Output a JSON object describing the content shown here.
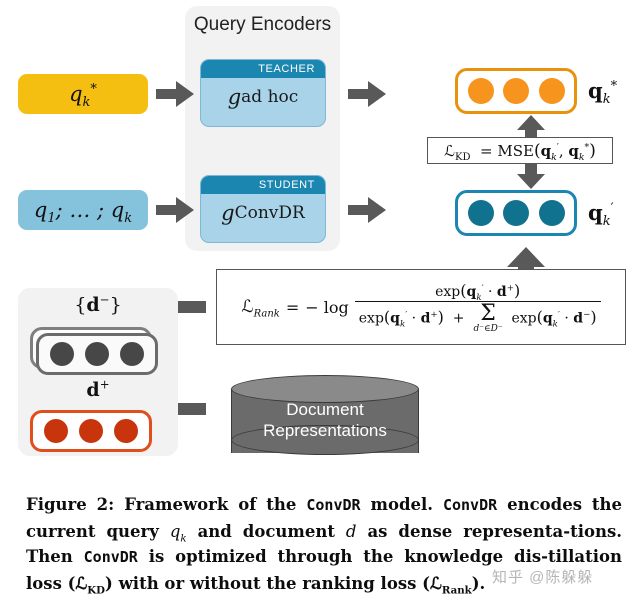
{
  "figure": {
    "panel_title": "Query Encoders",
    "inputs": [
      {
        "id": "teacher-query",
        "label_html": "q*k",
        "label": "qₖ*"
      },
      {
        "id": "student-query",
        "label_html": "q1;…;qk",
        "label": "q₁; … ; qₖ"
      }
    ],
    "encoders": [
      {
        "id": "teacher",
        "header": "TEACHER",
        "fn_symbol": "g",
        "fn_subscript": "ad hoc"
      },
      {
        "id": "student",
        "header": "STUDENT",
        "fn_symbol": "g",
        "fn_subscript": "ConvDR"
      }
    ],
    "vectors": [
      {
        "id": "teacher-embedding",
        "label": "qₖ*",
        "dots": 3,
        "color": "#f7941e",
        "border": "#e8920e"
      },
      {
        "id": "student-embedding",
        "label": "qₖ′",
        "dots": 3,
        "color": "#11728f",
        "border": "#1b86b0"
      }
    ],
    "doc_panel": {
      "negative_label": "{d⁻}",
      "positive_label": "d⁺",
      "negative_dots": 3,
      "positive_dots": 3,
      "negative_color": "#474747",
      "positive_color": "#c8340c"
    },
    "database": {
      "line1": "Document",
      "line2": "Representations",
      "fill": "#6b6b6b"
    },
    "formulas": {
      "kd": {
        "name": "L_KD",
        "text": "ℒKD = MSE(qₖ′, qₖ*)",
        "lhs": "KD",
        "op": "MSE"
      },
      "rank": {
        "name": "L_Rank",
        "lhs": "Rank",
        "text": "ℒRank = − log  exp(qₖ′·d⁺) / ( exp(qₖ′·d⁺) + Σ_{d⁻∈D⁻} exp(qₖ′·d⁻) )",
        "numerator": "exp(qₖ′ · d⁺)",
        "denominator": "exp(qₖ′ · d⁺) + Σ exp(qₖ′ · d⁻)",
        "sum_index": "d⁻∈D⁻"
      }
    },
    "colors": {
      "teacher_query": "#f5bf12",
      "student_query": "#85c3dd",
      "encoder_header": "#1b86b0",
      "encoder_body": "#a8d3e8",
      "panel": "#f2f2f2",
      "arrow": "#595959",
      "orange": "#f7941e",
      "teal": "#11728f",
      "red": "#c8340c",
      "dark_gray": "#474747"
    }
  },
  "caption": {
    "prefix": "Figure 2:",
    "full_text": "Figure 2: Framework of the ConvDR model. ConvDR encodes the current query qk and document d as dense representations. Then ConvDR is optimized through the knowledge distillation loss (LKD) with or without the ranking loss (LRank).",
    "seg1": "Framework of the",
    "model_name_1": "ConvDR",
    "seg2": "model.",
    "model_name_2": "ConvDR",
    "seg3": "encodes the current query",
    "var_q": "q",
    "var_q_sub": "k",
    "seg4": "and document",
    "var_d": "d",
    "seg5": "as dense representa-tions. Then",
    "model_name_3": "ConvDR",
    "seg6": "is optimized through the knowledge dis-tillation loss (",
    "loss_kd": "ℒ",
    "loss_kd_sub": "KD",
    "seg7": ") with or without the ranking loss (",
    "loss_rank": "ℒ",
    "loss_rank_sub": "Rank",
    "seg8": ")."
  },
  "watermark": {
    "text": "知乎 @陈躲躲"
  }
}
